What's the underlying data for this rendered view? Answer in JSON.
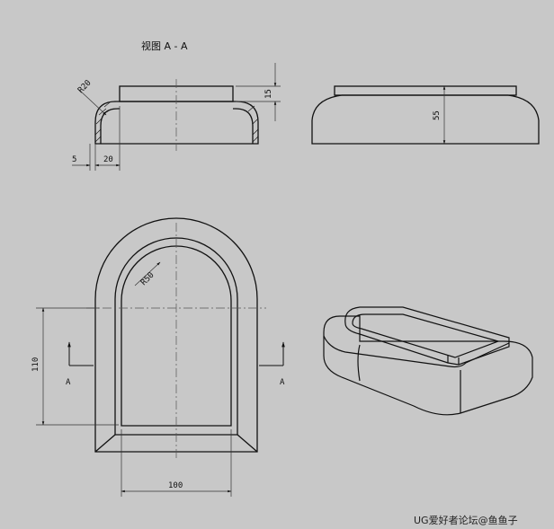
{
  "drawing": {
    "section_title": "视图  A - A",
    "section_mark_left": "A",
    "section_mark_right": "A",
    "dimensions": {
      "radius_outer": "R20",
      "height_lip": "15",
      "wall": "5",
      "offset": "20",
      "height_total": "55",
      "radius_top": "R50",
      "depth": "110",
      "width": "100"
    }
  },
  "watermark": "UG爱好者论坛@鱼鱼子",
  "colors": {
    "background": "#c8c8c8",
    "line": "#111111",
    "center_line": "#555555",
    "dim_line": "#333333"
  }
}
